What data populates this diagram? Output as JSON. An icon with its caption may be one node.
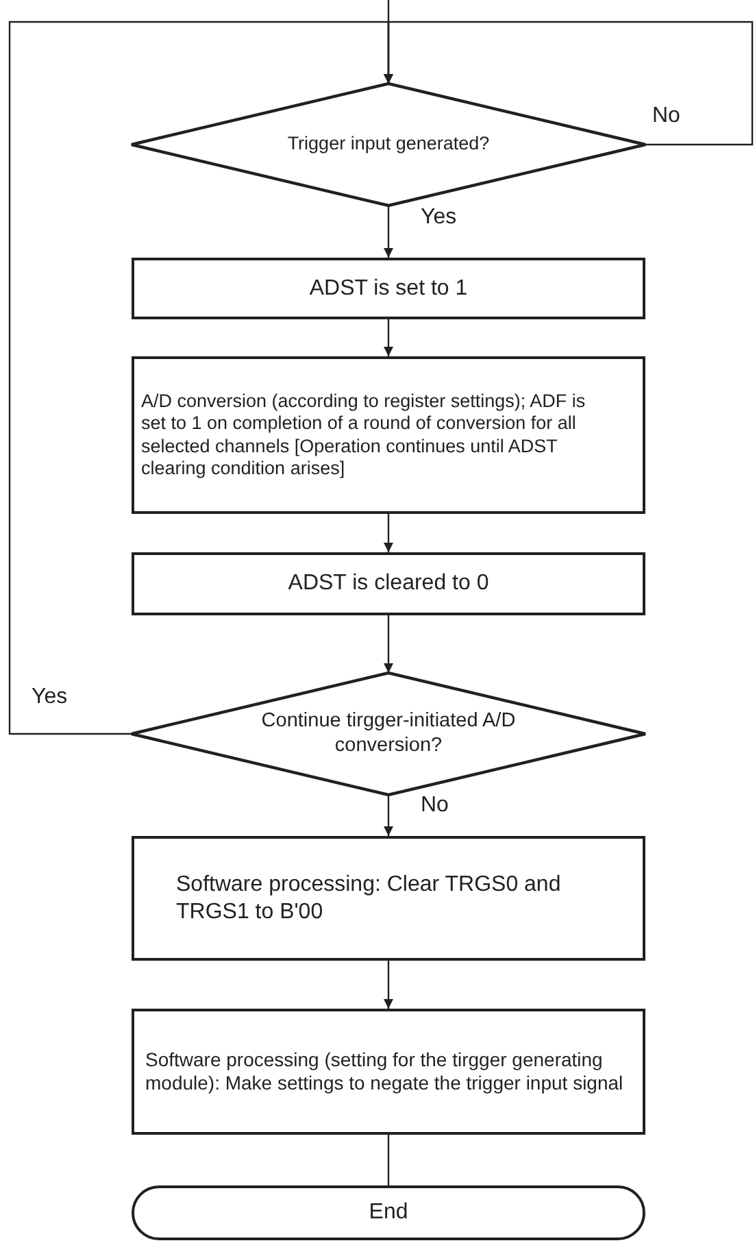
{
  "diagram": {
    "nodes": [
      {
        "text": [
          "Trigger input generated?"
        ]
      },
      {
        "text": [
          "ADST is set to 1"
        ]
      },
      {
        "text": [
          "A/D conversion (according to register settings); ADF is set to 1 on completion of a round of conversion for all selected channels [Operation continues until ADST clearing condition arises]"
        ]
      },
      {
        "text": [
          "ADST is cleared to 0"
        ]
      },
      {
        "text": [
          "Continue tirgger-initiated A/D conversion?"
        ]
      },
      {
        "text": [
          "Software processing: Clear TRGS0 and TRGS1 to B'00"
        ]
      },
      {
        "text": [
          "Software processing (setting for the tirgger generating module): Make settings to negate the trigger input signal"
        ]
      },
      {
        "text": [
          "End"
        ]
      }
    ],
    "edges": [
      {
        "from": null,
        "to": 0,
        "arrow": "to"
      },
      {
        "from": 0,
        "to": 0,
        "label": "No",
        "arrow": "to"
      },
      {
        "from": 0,
        "to": 1,
        "label": "Yes",
        "arrow": "to"
      },
      {
        "from": 1,
        "to": 2,
        "arrow": "to"
      },
      {
        "from": 2,
        "to": 3,
        "arrow": "to"
      },
      {
        "from": 3,
        "to": 4,
        "arrow": "to"
      },
      {
        "from": 4,
        "to": 0,
        "label": "Yes",
        "arrow": "to"
      },
      {
        "from": 4,
        "to": 5,
        "label": "No",
        "arrow": "to"
      },
      {
        "from": 5,
        "to": 6,
        "arrow": "to"
      },
      {
        "from": 6,
        "to": 7,
        "arrow": "none"
      }
    ]
  }
}
